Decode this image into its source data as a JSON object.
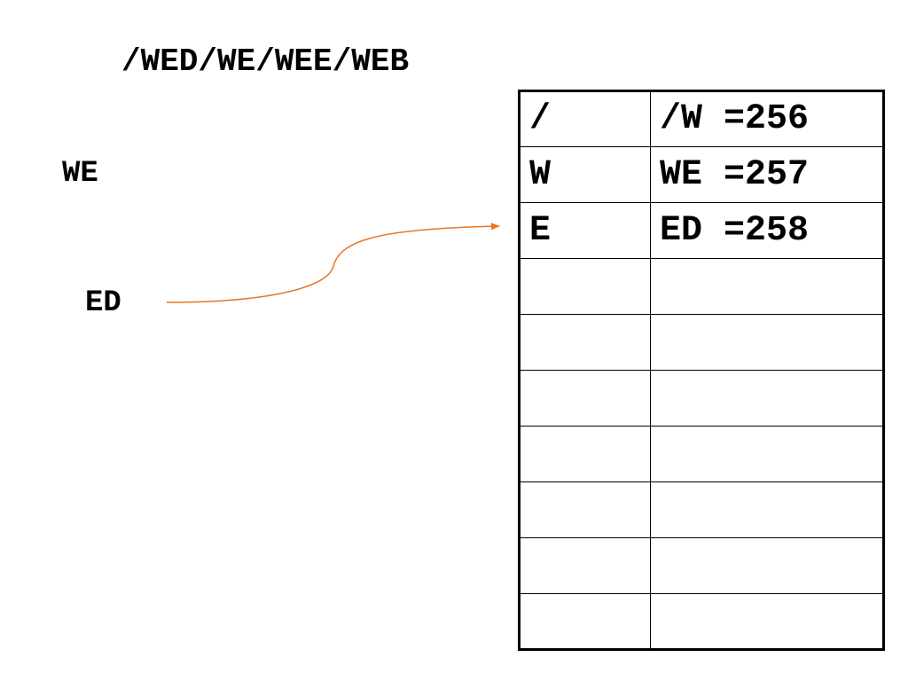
{
  "heading": "/WED/WE/WEE/WEB",
  "labels": {
    "we": "WE",
    "ed": "ED"
  },
  "table": {
    "rows": [
      {
        "key": "/",
        "value": "/W =256"
      },
      {
        "key": "W",
        "value": "WE =257"
      },
      {
        "key": "E",
        "value": "ED =258"
      },
      {
        "key": "",
        "value": ""
      },
      {
        "key": "",
        "value": ""
      },
      {
        "key": "",
        "value": ""
      },
      {
        "key": "",
        "value": ""
      },
      {
        "key": "",
        "value": ""
      },
      {
        "key": "",
        "value": ""
      },
      {
        "key": "",
        "value": ""
      }
    ]
  },
  "colors": {
    "arrow": "#E87722",
    "text": "#000000",
    "border": "#000000"
  }
}
